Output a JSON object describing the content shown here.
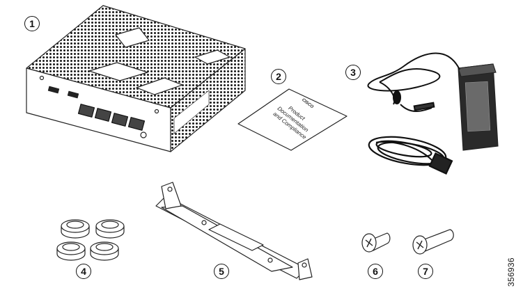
{
  "callouts": {
    "router": "1",
    "documentation": "2",
    "power_supply": "3",
    "rubber_feet": "4",
    "mounting_bracket": "5",
    "short_screw": "6",
    "long_screw": "7"
  },
  "documentation_sheet": {
    "brand": "CISCO",
    "line1": "Product",
    "line2": "Documentation",
    "line3": "and Compliance"
  },
  "figure_id": "356936"
}
